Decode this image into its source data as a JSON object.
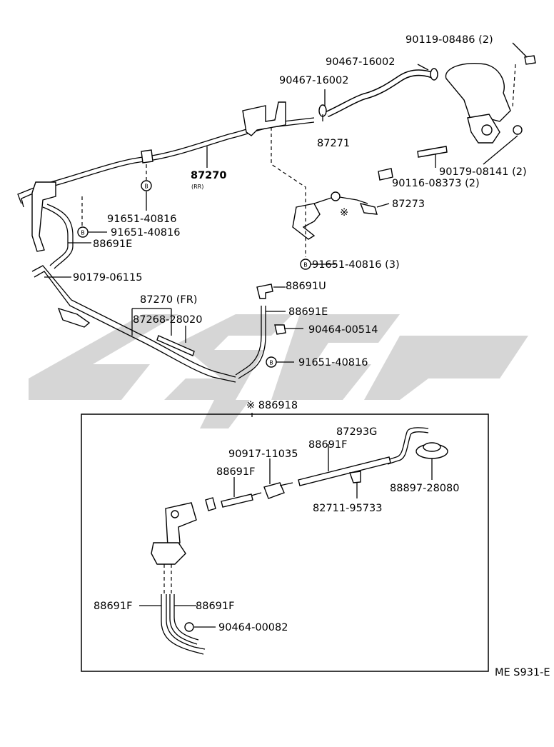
{
  "labels": {
    "p90119": "90119-08486 (2)",
    "p90467a": "90467-16002",
    "p90467b": "90467-16002",
    "p87271": "87271",
    "p87270rr": "87270",
    "p87270rr_sub": "(RR)",
    "p90179_08141": "90179-08141 (2)",
    "p90116": "90116-08373 (2)",
    "p87273": "87273",
    "p91651_a": "91651-40816",
    "p91651_b": "91651-40816",
    "p88691e_a": "88691E",
    "p90179_06115": "90179-06115",
    "p91651_c": "91651-40816 (3)",
    "p88691u": "88691U",
    "p87270fr": "87270 (FR)",
    "p87268": "87268-28020",
    "p88691e_b": "88691E",
    "p90464_00514": "90464-00514",
    "p91651_d": "91651-40816",
    "assembly": "※ 886918",
    "p87293g": "87293G",
    "p90917": "90917-11035",
    "p88691f_a": "88691F",
    "p88691f_b": "88691F",
    "p88897": "88897-28080",
    "p82711": "82711-95733",
    "p88691f_c": "88691F",
    "p88691f_d": "88691F",
    "p90464_00082": "90464-00082",
    "ref_code": "ME S931-E"
  },
  "marker_b": "B",
  "marker_star": "※"
}
